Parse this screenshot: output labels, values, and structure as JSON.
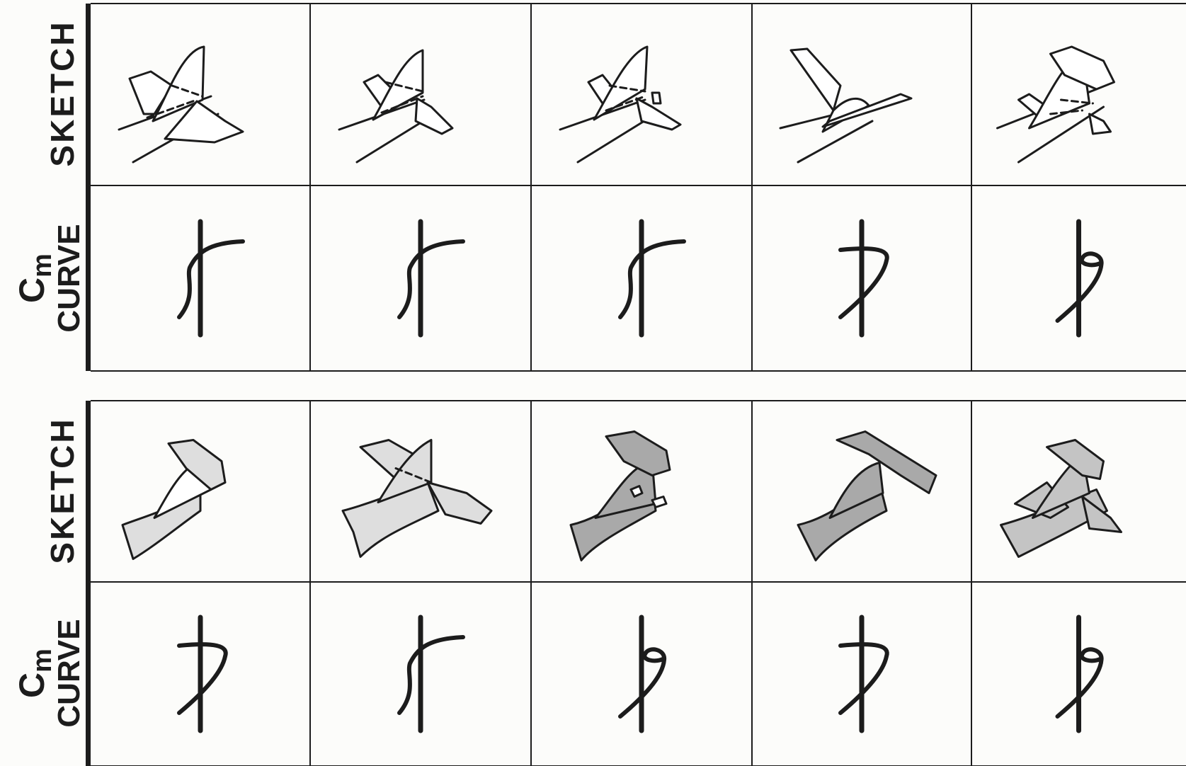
{
  "colors": {
    "ink": "#1c1c1c",
    "light_fill": "#dedede",
    "mid_fill": "#c4c4c4",
    "dark_fill": "#a9a9a9",
    "background": "#fcfcfa"
  },
  "panels": [
    {
      "sketch_label": "SKETCH",
      "curve_label_symbol": "C",
      "curve_label_subscript": "m",
      "curve_label_word": "CURVE",
      "sketches": [
        {
          "icon": "cruciform-tail-icon",
          "shading": "none"
        },
        {
          "icon": "t-tail-icon",
          "shading": "none"
        },
        {
          "icon": "tail-with-ventral-fins-icon",
          "shading": "none"
        },
        {
          "icon": "swept-wing-low-tail-icon",
          "shading": "none"
        },
        {
          "icon": "high-t-tail-icon",
          "shading": "none"
        }
      ],
      "curves": [
        {
          "icon": "stable-curve-icon",
          "type": "stable"
        },
        {
          "icon": "stable-curve-icon",
          "type": "stable"
        },
        {
          "icon": "stable-curve-icon",
          "type": "stable"
        },
        {
          "icon": "pitch-up-curve-icon",
          "type": "pitch-up"
        },
        {
          "icon": "deep-stall-curve-icon",
          "type": "deep-stall"
        }
      ]
    },
    {
      "sketch_label": "SKETCH",
      "curve_label_symbol": "C",
      "curve_label_subscript": "m",
      "curve_label_word": "CURVE",
      "sketches": [
        {
          "icon": "aft-fuselage-t-tail-icon",
          "shading": "light"
        },
        {
          "icon": "aft-engine-cruciform-icon",
          "shading": "light"
        },
        {
          "icon": "aft-engine-t-tail-icon",
          "shading": "dark"
        },
        {
          "icon": "aft-engine-wide-t-tail-icon",
          "shading": "dark"
        },
        {
          "icon": "aft-engine-t-tail-low-wing-icon",
          "shading": "mid"
        }
      ],
      "curves": [
        {
          "icon": "pitch-up-curve-icon",
          "type": "pitch-up"
        },
        {
          "icon": "stable-curve-icon",
          "type": "stable"
        },
        {
          "icon": "deep-stall-curve-icon",
          "type": "deep-stall"
        },
        {
          "icon": "pitch-up-curve-icon",
          "type": "pitch-up"
        },
        {
          "icon": "deep-stall-curve-icon",
          "type": "deep-stall"
        }
      ]
    }
  ]
}
